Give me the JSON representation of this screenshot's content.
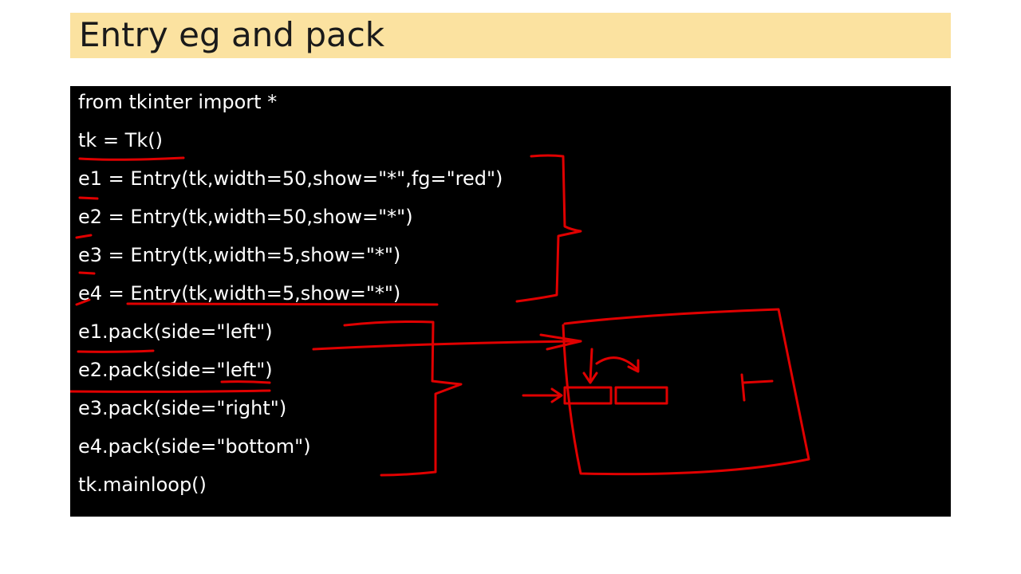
{
  "slide": {
    "title": "Entry eg and pack"
  },
  "code": {
    "lines": [
      "from tkinter import *",
      "tk = Tk()",
      "e1 = Entry(tk,width=50,show=\"*\",fg=\"red\")",
      "e2 = Entry(tk,width=50,show=\"*\")",
      "e3 = Entry(tk,width=5,show=\"*\")",
      "e4 = Entry(tk,width=5,show=\"*\")",
      "e1.pack(side=\"left\")",
      "e2.pack(side=\"left\")",
      "e3.pack(side=\"right\")",
      "e4.pack(side=\"bottom\")",
      "tk.mainloop()"
    ]
  },
  "colors": {
    "title_background": "#fbe2a0",
    "code_background": "#000000",
    "code_text": "#ffffff",
    "annotation_ink": "#e00000"
  }
}
